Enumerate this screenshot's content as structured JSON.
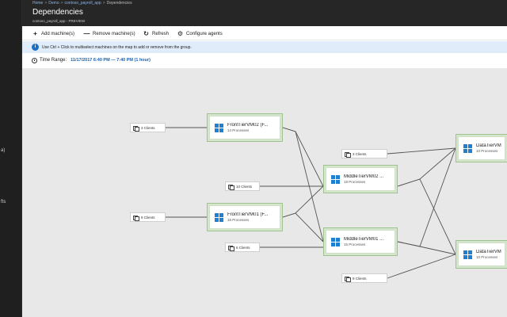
{
  "breadcrumb": [
    "Home",
    "Demo",
    "contoso_payroll_app",
    "Dependencies"
  ],
  "header": {
    "title": "Dependencies",
    "subtitle": "contoso_payroll_app - PREVIEW"
  },
  "leftnav": {
    "fragments": [
      "a)",
      "fts"
    ]
  },
  "toolbar": {
    "add_label": "Add machine(s)",
    "remove_label": "Remove machine(s)",
    "refresh_label": "Refresh",
    "configure_label": "Configure agents"
  },
  "info": {
    "text": "Use Ctrl + Click to multiselect machines on the map to add or remove from the group."
  },
  "time_range": {
    "label": "Time Range:",
    "value": "11/17/2017 6:40 PM — 7:40 PM (1 hour)"
  },
  "map": {
    "nodes": [
      {
        "name": "FrontTierVM02 (F...",
        "processes": "14 Processes"
      },
      {
        "name": "FrontTierVM01 (F...",
        "processes": "15 Processes"
      },
      {
        "name": "MiddleTierVM02 ...",
        "processes": "18 Processes"
      },
      {
        "name": "MiddleTierVM01 ...",
        "processes": "15 Processes"
      },
      {
        "name": "DataTierVM",
        "processes": "10 Processes"
      },
      {
        "name": "DataTierVM",
        "processes": "10 Processes"
      }
    ],
    "clients": [
      {
        "label": "3 Clients"
      },
      {
        "label": "10 Clients"
      },
      {
        "label": "9 Clients"
      },
      {
        "label": "6 Clients"
      },
      {
        "label": "3 Clients"
      },
      {
        "label": "9 Clients"
      }
    ]
  },
  "colors": {
    "accent": "#1b6ec2",
    "node_border": "#9fc28f",
    "windows_blue": "#1f7fd1"
  }
}
